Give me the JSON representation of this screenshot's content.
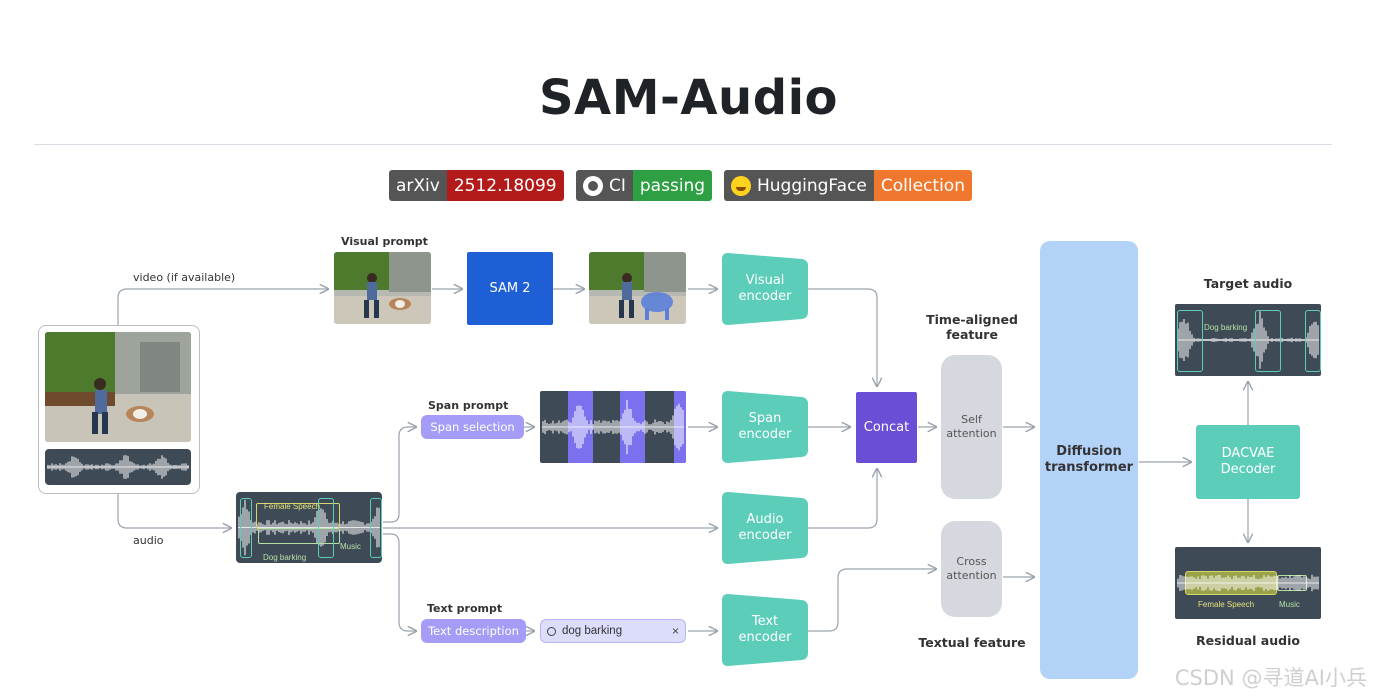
{
  "page": {
    "title": "SAM-Audio"
  },
  "badges": [
    {
      "label": "arXiv",
      "value": "2512.18099",
      "value_color": "#b31b1b"
    },
    {
      "label": "CI",
      "value": "passing",
      "value_color": "#2ea043",
      "icon": "github-icon"
    },
    {
      "label": "HuggingFace",
      "value": "Collection",
      "value_color": "#f0772e",
      "icon": "hugging-face-icon"
    }
  ],
  "diagram": {
    "edge_labels": {
      "video": "video (if available)",
      "audio": "audio"
    },
    "visual_prompt": {
      "title": "Visual prompt"
    },
    "span_prompt": {
      "title": "Span prompt",
      "pill": "Span selection"
    },
    "text_prompt": {
      "title": "Text prompt",
      "pill": "Text description",
      "query": "dog barking"
    },
    "nodes": {
      "sam2": "SAM 2",
      "visual_encoder": "Visual\nencoder",
      "span_encoder": "Span\nencoder",
      "audio_encoder": "Audio\nencoder",
      "text_encoder": "Text\nencoder",
      "concat": "Concat",
      "self_attention": "Self\nattention",
      "cross_attention": "Cross\nattention",
      "diffusion": "Diffusion\ntransformer",
      "dacvae": "DACVAE\nDecoder"
    },
    "section_labels": {
      "time_aligned": "Time-aligned\nfeature",
      "textual": "Textual feature",
      "target": "Target audio",
      "residual": "Residual audio"
    },
    "mix_labels": {
      "female_speech": "Female Speech",
      "music": "Music",
      "dog_barking": "Dog barking"
    },
    "target_label": "Dog barking",
    "residual_labels": {
      "female_speech": "Female Speech",
      "music": "Music"
    },
    "colors": {
      "encoder": "#5ccdb9",
      "sam2": "#1f5fd6",
      "concat": "#6a4fd6",
      "diffusion": "#b3d2f8",
      "prompt": "#a49cf6",
      "attention": "#d5d8de",
      "panel": "#3f4a57"
    }
  },
  "watermark": "CSDN @寻道AI小兵"
}
